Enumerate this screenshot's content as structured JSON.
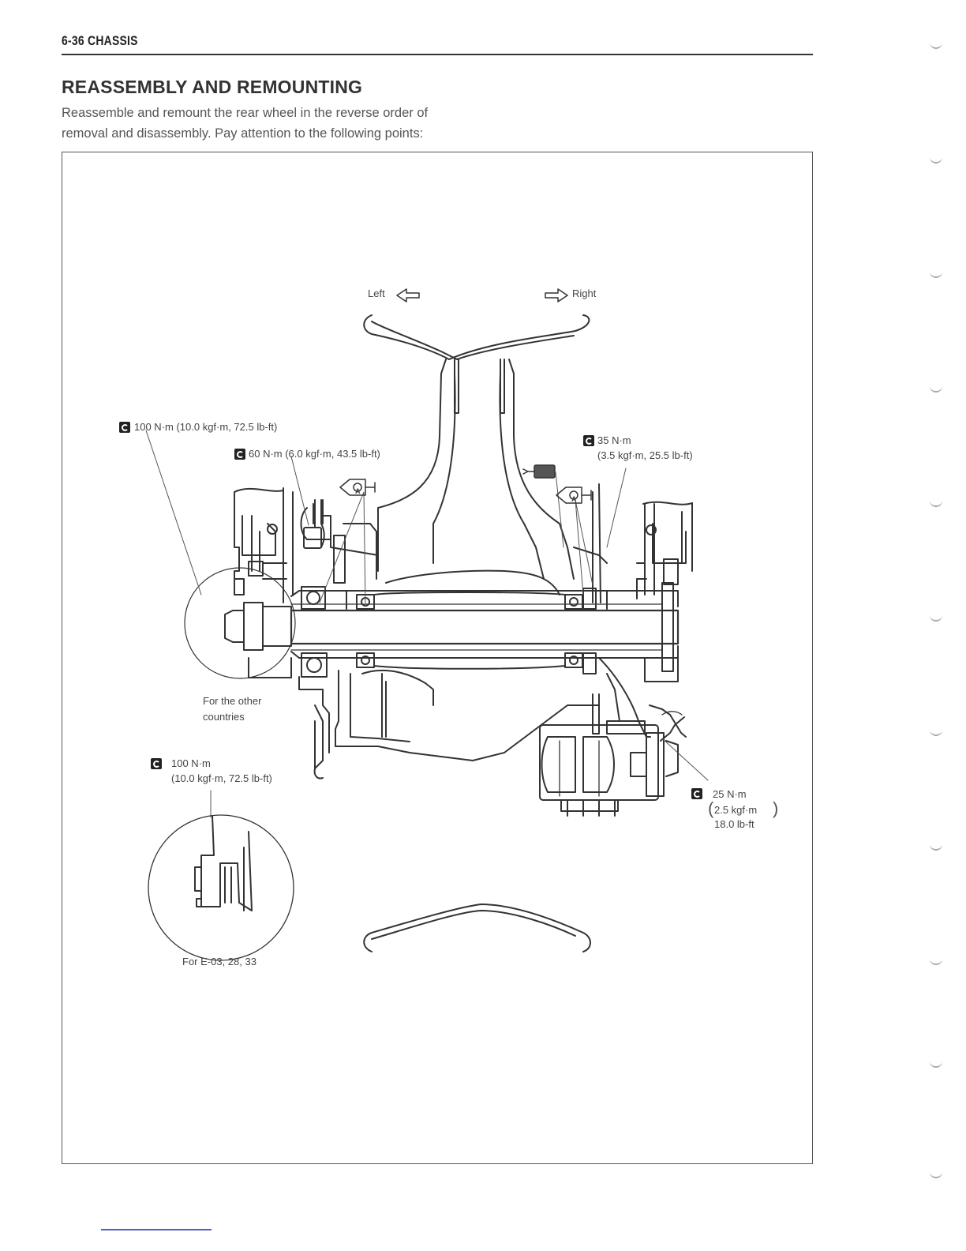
{
  "header": {
    "page_label": "6-36  CHASSIS"
  },
  "section": {
    "title": "REASSEMBLY AND REMOUNTING",
    "intro_line1": "Reassemble and remount the rear wheel in the reverse order of",
    "intro_line2": "removal and disassembly. Pay attention to the following points:"
  },
  "figure": {
    "direction_left": "Left",
    "direction_right": "Right",
    "torque_100_top": "100 N·m (10.0 kgf·m, 72.5 lb-ft)",
    "torque_60": "60 N·m (6.0 kgf·m, 43.5 lb-ft)",
    "torque_35_line1": "35 N·m",
    "torque_35_line2": "(3.5 kgf·m, 25.5 lb-ft)",
    "other_countries_line1": "For the other",
    "other_countries_line2": "countries",
    "torque_100_low_line1": "100 N·m",
    "torque_100_low_line2": "(10.0 kgf·m, 72.5 lb-ft)",
    "torque_25_line1": "25 N·m",
    "torque_25_line2": "2.5 kgf·m",
    "torque_25_line3": "18.0 lb-ft",
    "grease_mark": "A",
    "inset_caption": "For E-03, 28, 33"
  },
  "icons": [
    "torque-wrench-icon",
    "grease-gun-icon",
    "thread-lock-icon",
    "arrow-left-icon",
    "arrow-right-icon"
  ]
}
